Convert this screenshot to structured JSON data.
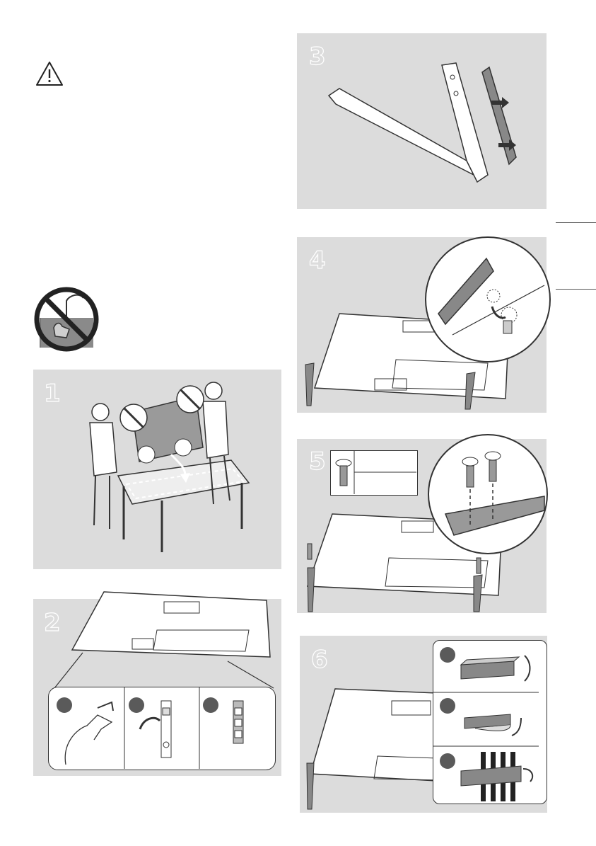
{
  "steps": {
    "s1": "1",
    "s2": "2",
    "s3": "3",
    "s4": "4",
    "s5": "5",
    "s6": "6"
  },
  "icons": {
    "warning": "warning-triangle-icon",
    "prohibition": "no-touch-screen-icon"
  },
  "colors": {
    "panel": "#dcdcdc",
    "line": "#333333",
    "badge": "#5a5a5a"
  }
}
